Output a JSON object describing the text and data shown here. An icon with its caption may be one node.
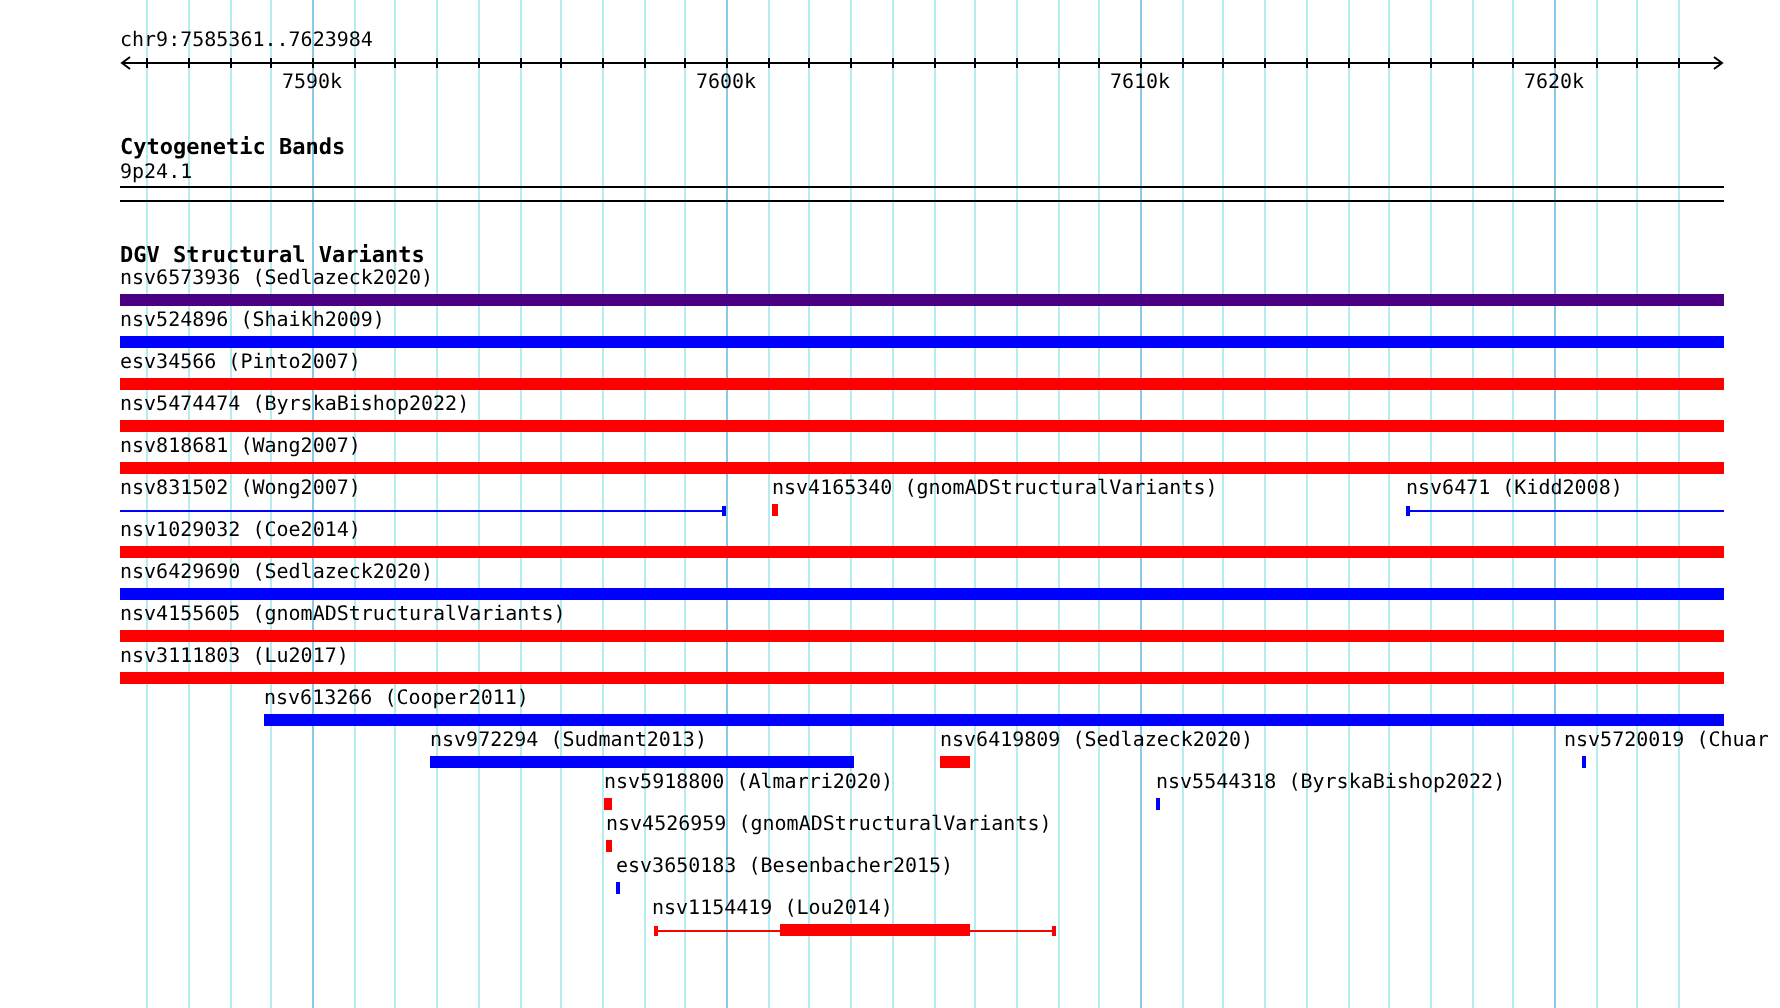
{
  "diagram": {
    "nodes": [
      {
        "text": [
          "nsv6573936 (Sedlazeck2020)"
        ]
      },
      {
        "text": [
          "nsv524896 (Shaikh2009)"
        ]
      },
      {
        "text": [
          "esv34566 (Pinto2007)"
        ]
      },
      {
        "text": [
          "nsv5474474 (ByrskaBishop2022)"
        ]
      },
      {
        "text": [
          "nsv818681 (Wang2007)"
        ]
      },
      {
        "text": [
          "nsv831502 (Wong2007)"
        ]
      },
      {
        "text": [
          "nsv4165340 (gnomADStructuralVariants)"
        ]
      },
      {
        "text": [
          "nsv6471 (Kidd2008)"
        ]
      },
      {
        "text": [
          "nsv1029032 (Coe2014)"
        ]
      },
      {
        "text": [
          "nsv6429690 (Sedlazeck2020)"
        ]
      },
      {
        "text": [
          "nsv4155605 (gnomADStructuralVariants)"
        ]
      },
      {
        "text": [
          "nsv3111803 (Lu2017)"
        ]
      },
      {
        "text": [
          "nsv613266 (Cooper2011)"
        ]
      },
      {
        "text": [
          "nsv972294 (Sudmant2013)"
        ]
      },
      {
        "text": [
          "nsv6419809 (Sedlazeck2020)"
        ]
      },
      {
        "text": [
          "nsv5720019 (Chuar"
        ]
      },
      {
        "text": [
          "nsv5918800 (Almarri2020)"
        ]
      },
      {
        "text": [
          "nsv5544318 (ByrskaBishop2022)"
        ]
      },
      {
        "text": [
          "nsv4526959 (gnomADStructuralVariants)"
        ]
      },
      {
        "text": [
          "esv3650183 (Besenbacher2015)"
        ]
      },
      {
        "text": [
          "nsv1154419 (Lou2014)"
        ]
      }
    ],
    "edges": [],
    "labels": [
      "chr9:7585361..7623984",
      "7590k",
      "7600k",
      "7610k",
      "7620k",
      "Cytogenetic Bands",
      "9p24.1",
      "DGV Structural Variants"
    ]
  }
}
